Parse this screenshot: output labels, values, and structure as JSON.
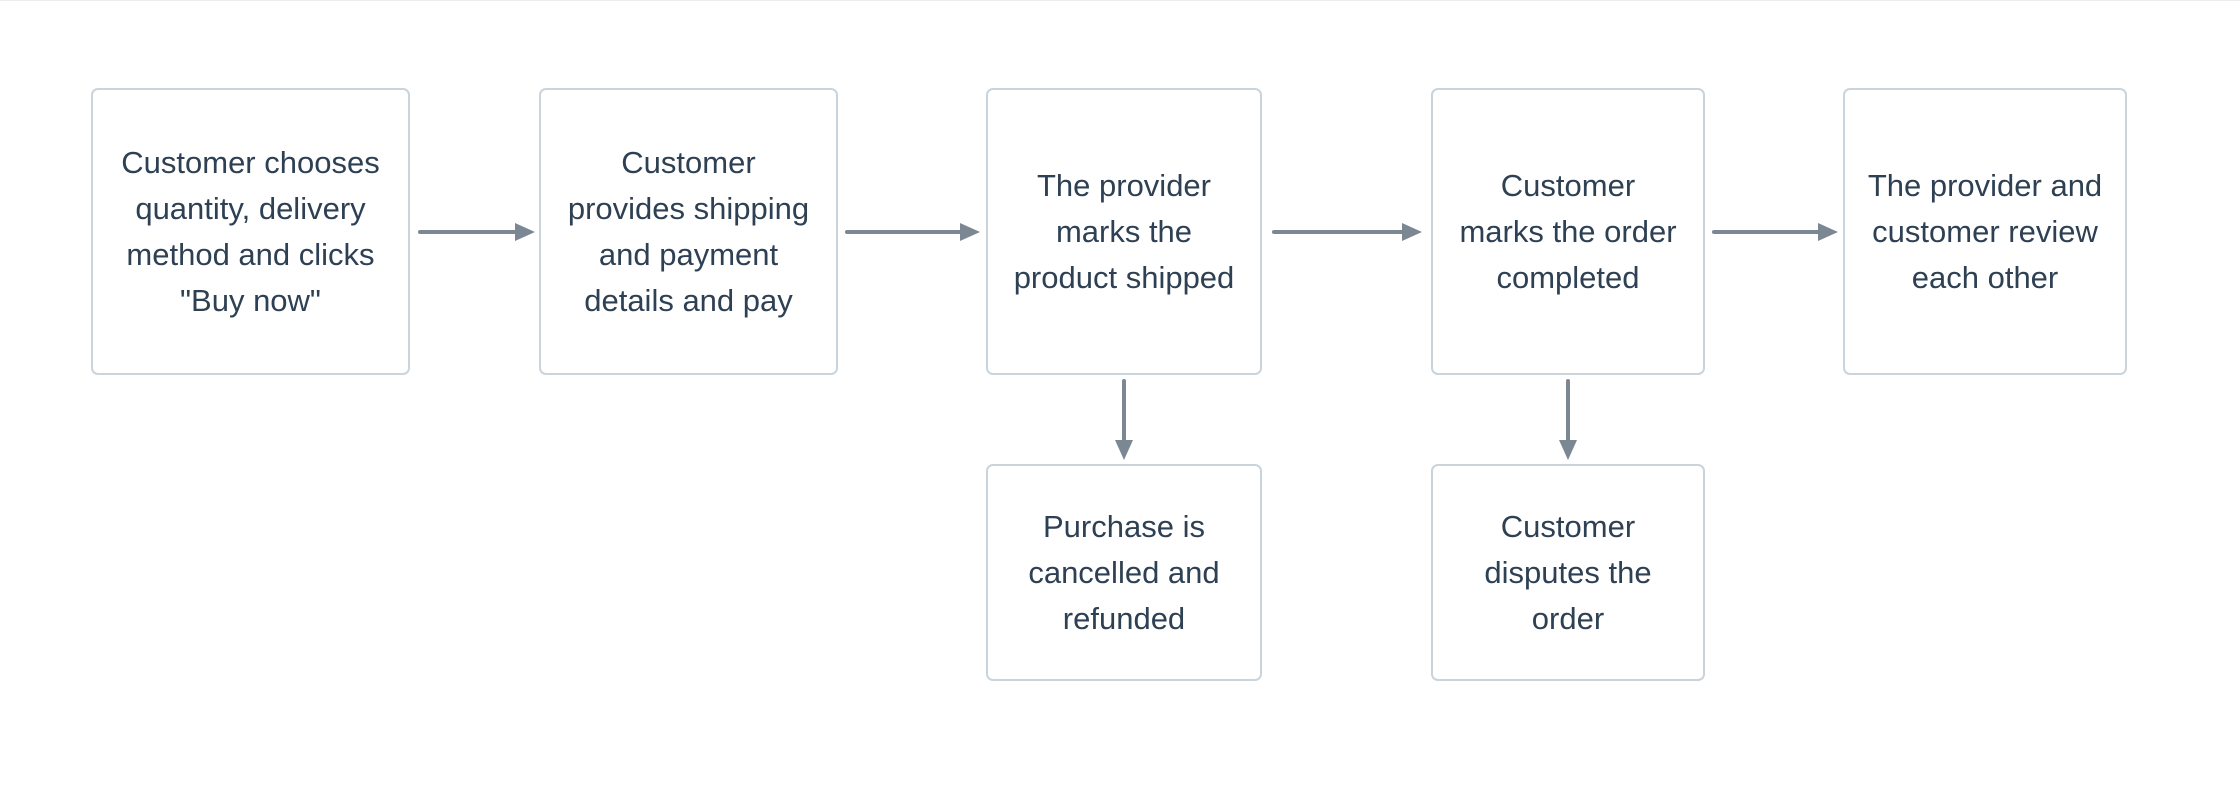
{
  "diagram": {
    "type": "flowchart",
    "colors": {
      "background": "#ffffff",
      "node_border": "#c9d4dc",
      "node_fill": "#ffffff",
      "text": "#2e4053",
      "arrow": "#7b8894"
    },
    "nodes": [
      {
        "id": "choose",
        "text": "Customer chooses\nquantity, delivery\nmethod and clicks\n\"Buy now\""
      },
      {
        "id": "pay",
        "text": "Customer\nprovides shipping\nand payment\ndetails and pay"
      },
      {
        "id": "shipped",
        "text": "The provider\nmarks the\nproduct shipped"
      },
      {
        "id": "completed",
        "text": "Customer\nmarks the order\ncompleted"
      },
      {
        "id": "review",
        "text": "The provider and\ncustomer review\neach other"
      },
      {
        "id": "cancelled",
        "text": "Purchase is\ncancelled and\nrefunded"
      },
      {
        "id": "disputed",
        "text": "Customer\ndisputes the\norder"
      }
    ],
    "edges": [
      {
        "from": "choose",
        "to": "pay"
      },
      {
        "from": "pay",
        "to": "shipped"
      },
      {
        "from": "shipped",
        "to": "completed"
      },
      {
        "from": "completed",
        "to": "review"
      },
      {
        "from": "shipped",
        "to": "cancelled"
      },
      {
        "from": "completed",
        "to": "disputed"
      }
    ]
  }
}
